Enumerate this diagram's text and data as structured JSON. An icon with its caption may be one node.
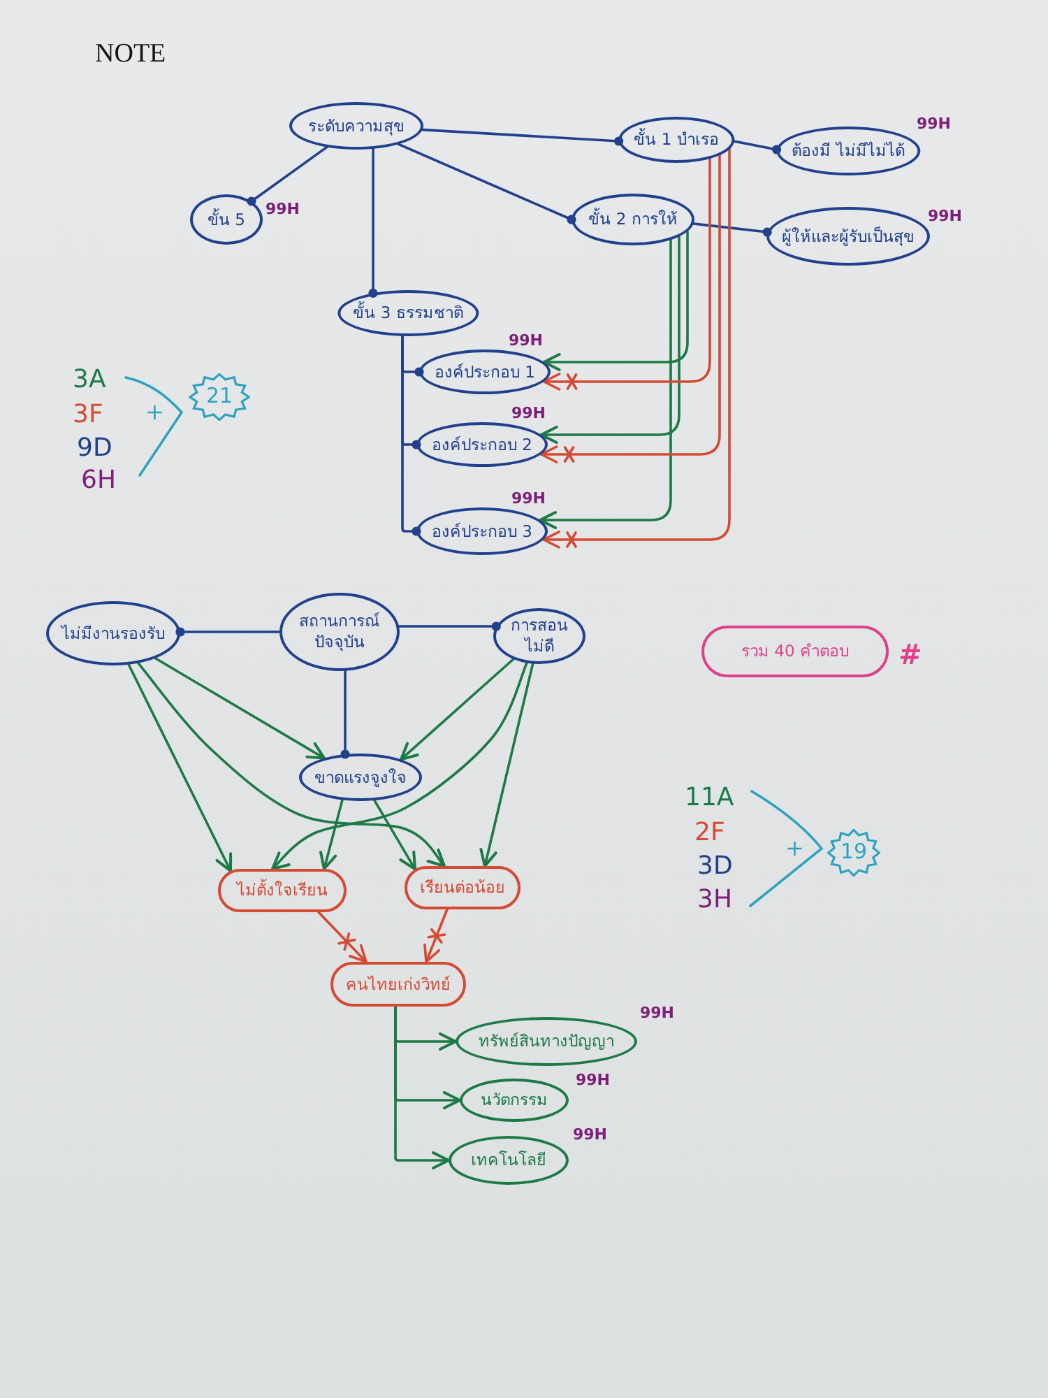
{
  "diagram": {
    "title": "NOTE",
    "nodes": [
      {
        "text": [
          "ระดับความสุข"
        ]
      },
      {
        "text": [
          "ขั้น 1 บำเรอ"
        ]
      },
      {
        "text": [
          "ต้องมี ไม่มีไม่ได้"
        ],
        "beside": [
          "99H"
        ]
      },
      {
        "text": [
          "ขั้น 5"
        ],
        "beside": [
          "99H"
        ]
      },
      {
        "text": [
          "ขั้น 2 การให้"
        ]
      },
      {
        "text": [
          "ผู้ให้และผู้รับเป็นสุข"
        ],
        "beside": [
          "99H"
        ]
      },
      {
        "text": [
          "ขั้น 3 ธรรมชาติ"
        ]
      },
      {
        "text": [
          "องค์ประกอบ 1"
        ],
        "beside": [
          "99H"
        ]
      },
      {
        "text": [
          "องค์ประกอบ 2"
        ],
        "beside": [
          "99H"
        ]
      },
      {
        "text": [
          "องค์ประกอบ 3"
        ],
        "beside": [
          "99H"
        ]
      },
      {
        "text": [
          "21"
        ]
      },
      {
        "text": [
          "ไม่มีงานรองรับ"
        ]
      },
      {
        "text": [
          "สถานการณ์ปัจจุบัน"
        ]
      },
      {
        "text": [
          "การสอนไม่ดี"
        ]
      },
      {
        "text": [
          "รวม 40 คำตอบ"
        ],
        "beside": [
          "#"
        ]
      },
      {
        "text": [
          "ขาดแรงจูงใจ"
        ]
      },
      {
        "text": [
          "ไม่ตั้งใจเรียน"
        ]
      },
      {
        "text": [
          "เรียนต่อน้อย"
        ]
      },
      {
        "text": [
          "19"
        ]
      },
      {
        "text": [
          "คนไทยเก่งวิทย์"
        ]
      },
      {
        "text": [
          "ทรัพย์สินทางปัญญา"
        ],
        "beside": [
          "99H"
        ]
      },
      {
        "text": [
          "นวัตกรรม"
        ],
        "beside": [
          "99H"
        ]
      },
      {
        "text": [
          "เทคโนโลยี"
        ],
        "beside": [
          "99H"
        ]
      }
    ],
    "edges": [
      {
        "from": 0,
        "to": 1,
        "arrow": "other",
        "color": "#22418c"
      },
      {
        "from": 0,
        "to": 3,
        "arrow": "other",
        "color": "#22418c"
      },
      {
        "from": 0,
        "to": 4,
        "arrow": "other",
        "color": "#22418c"
      },
      {
        "from": 0,
        "to": 6,
        "arrow": "other",
        "color": "#22418c"
      },
      {
        "from": 1,
        "to": 2,
        "arrow": "other",
        "color": "#22418c"
      },
      {
        "from": 4,
        "to": 5,
        "arrow": "other",
        "color": "#22418c"
      },
      {
        "from": 6,
        "to": 7,
        "arrow": "other",
        "color": "#22418c"
      },
      {
        "from": 6,
        "to": 8,
        "arrow": "other",
        "color": "#22418c"
      },
      {
        "from": 6,
        "to": 9,
        "arrow": "other",
        "color": "#22418c"
      },
      {
        "from": 4,
        "to": 7,
        "arrow": "to"
      },
      {
        "from": 4,
        "to": 8,
        "arrow": "to"
      },
      {
        "from": 4,
        "to": 9,
        "arrow": "to"
      },
      {
        "from": 1,
        "to": 7,
        "arrow": "to",
        "color": "#d44a33"
      },
      {
        "from": 1,
        "to": 8,
        "arrow": "to",
        "color": "#d44a33"
      },
      {
        "from": 1,
        "to": 9,
        "arrow": "to",
        "color": "#d44a33"
      },
      {
        "from": 12,
        "to": 11,
        "arrow": "other",
        "color": "#22418c"
      },
      {
        "from": 12,
        "to": 13,
        "arrow": "other",
        "color": "#22418c"
      },
      {
        "from": 12,
        "to": 15,
        "arrow": "other",
        "color": "#22418c"
      },
      {
        "from": 11,
        "to": 15,
        "arrow": "to"
      },
      {
        "from": 13,
        "to": 15,
        "arrow": "to"
      },
      {
        "from": 11,
        "to": 16,
        "arrow": "to"
      },
      {
        "from": 13,
        "to": 16,
        "arrow": "to"
      },
      {
        "from": 15,
        "to": 16,
        "arrow": "to"
      },
      {
        "from": 15,
        "to": 17,
        "arrow": "to"
      },
      {
        "from": 11,
        "to": 17,
        "arrow": "to"
      },
      {
        "from": 13,
        "to": 17,
        "arrow": "to"
      },
      {
        "from": 16,
        "to": 19,
        "arrow": "to",
        "color": "#d44a33"
      },
      {
        "from": 17,
        "to": 19,
        "arrow": "to",
        "color": "#d44a33"
      },
      {
        "from": 19,
        "to": 20,
        "arrow": "to"
      },
      {
        "from": 19,
        "to": 21,
        "arrow": "to"
      },
      {
        "from": 19,
        "to": 22,
        "arrow": "to"
      }
    ],
    "labels": [
      "3A",
      "3F",
      "9D",
      "6H",
      "+",
      "11A",
      "2F",
      "3D",
      "3H",
      "+"
    ]
  }
}
